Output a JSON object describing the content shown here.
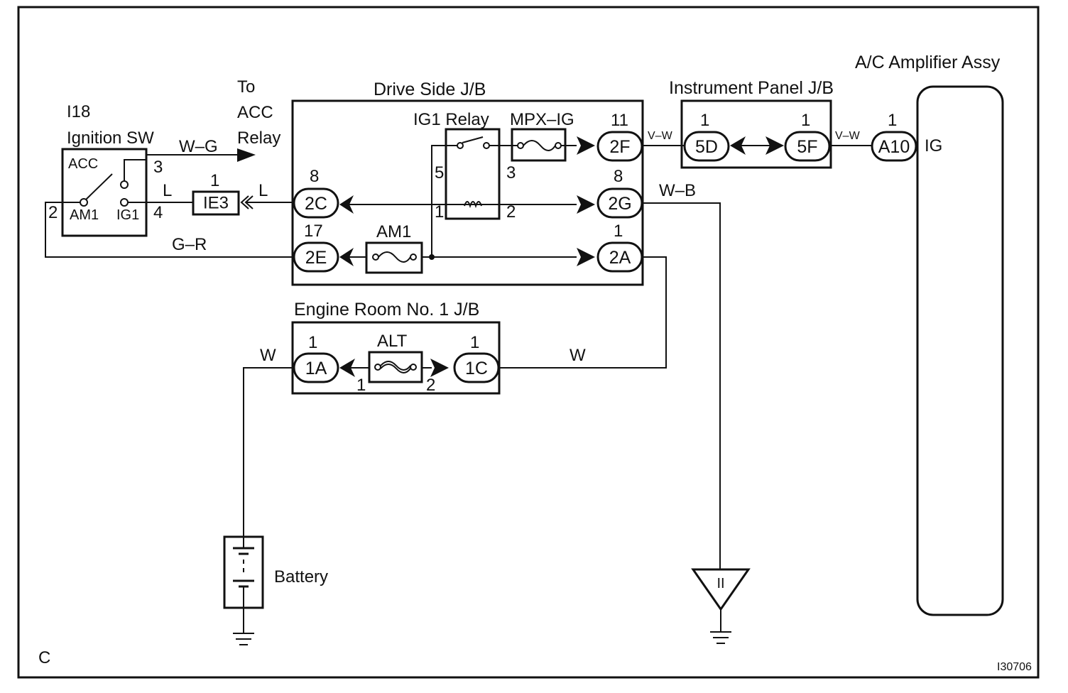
{
  "page": {
    "corner_letter": "C",
    "figure_id": "I30706"
  },
  "ignition_switch": {
    "code": "I18",
    "name": "Ignition SW",
    "terminals": {
      "acc": "ACC",
      "am1": "AM1",
      "ig1": "IG1"
    },
    "pins": {
      "p3": "3",
      "p4": "4",
      "p2": "2"
    }
  },
  "acc_relay": {
    "line1": "To",
    "line2": "ACC",
    "line3": "Relay"
  },
  "wires": {
    "w_g": "W–G",
    "l1": "L",
    "l2": "L",
    "g_r": "G–R",
    "v_w1": "V–W",
    "v_w2": "V–W",
    "w_b": "W–B",
    "w1": "W",
    "w2": "W"
  },
  "connector_ie3": {
    "label": "IE3",
    "pin": "1"
  },
  "drive_side_jb": {
    "title": "Drive Side J/B",
    "ig1_relay": "IG1 Relay",
    "mpx_ig": "MPX–IG",
    "am1_fuse": "AM1",
    "relay_pins": {
      "p5": "5",
      "p3": "3",
      "p1": "1",
      "p2": "2"
    },
    "connectors": [
      {
        "name": "2C",
        "pin": "8"
      },
      {
        "name": "2E",
        "pin": "17"
      },
      {
        "name": "2F",
        "pin": "11"
      },
      {
        "name": "2G",
        "pin": "8"
      },
      {
        "name": "2A",
        "pin": "1"
      }
    ]
  },
  "instrument_panel_jb": {
    "title": "Instrument Panel J/B",
    "connectors": [
      {
        "name": "5D",
        "pin": "1"
      },
      {
        "name": "5F",
        "pin": "1"
      }
    ]
  },
  "ac_amplifier": {
    "title": "A/C Amplifier Assy",
    "connector": "A10",
    "pin": "1",
    "terminal": "IG"
  },
  "engine_room_jb": {
    "title": "Engine Room No. 1 J/B",
    "fuse": "ALT",
    "connectors": [
      {
        "name": "1A",
        "pin": "1"
      },
      {
        "name": "1C",
        "pin": "1"
      }
    ],
    "fuse_pins": {
      "p1": "1",
      "p2": "2"
    }
  },
  "battery": {
    "label": "Battery"
  },
  "ground": {
    "mark": "II"
  }
}
